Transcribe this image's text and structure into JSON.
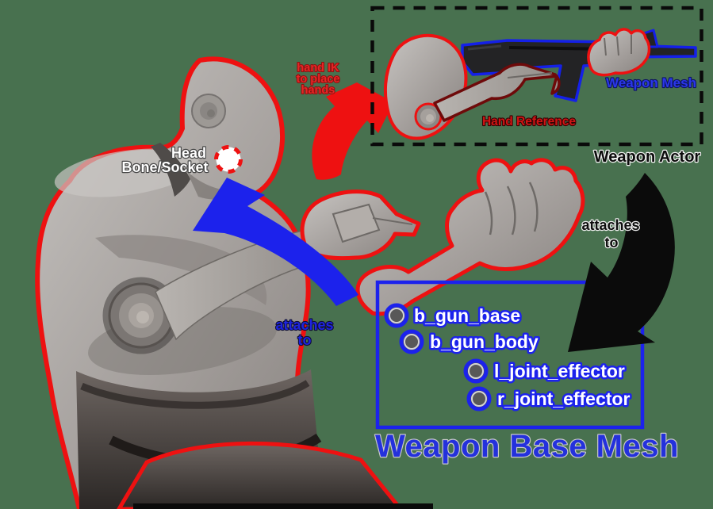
{
  "colors": {
    "background": "#48714F",
    "outline_red": "#ee1111",
    "accent_blue": "#1c22ec",
    "arrow_black": "#0b0b0b",
    "socket_white": "#ffffff"
  },
  "weapon_actor": {
    "title": "Weapon Actor",
    "weapon_mesh_label": "Weapon Mesh",
    "hand_reference_label": "Hand Reference"
  },
  "annotations": {
    "hand_ik": {
      "lines": [
        "hand IK",
        "to place",
        "hands"
      ]
    },
    "head_socket": {
      "lines": [
        "Head",
        "Bone/Socket"
      ]
    },
    "attaches_blue": {
      "lines": [
        "attaches",
        "to"
      ]
    },
    "attaches_black": {
      "lines": [
        "attaches",
        "to"
      ]
    }
  },
  "bone_panel": {
    "title": "Weapon Base Mesh",
    "bones": [
      {
        "label": "b_gun_base"
      },
      {
        "label": "b_gun_body"
      },
      {
        "label": "l_joint_effector"
      },
      {
        "label": "r_joint_effector"
      }
    ]
  }
}
